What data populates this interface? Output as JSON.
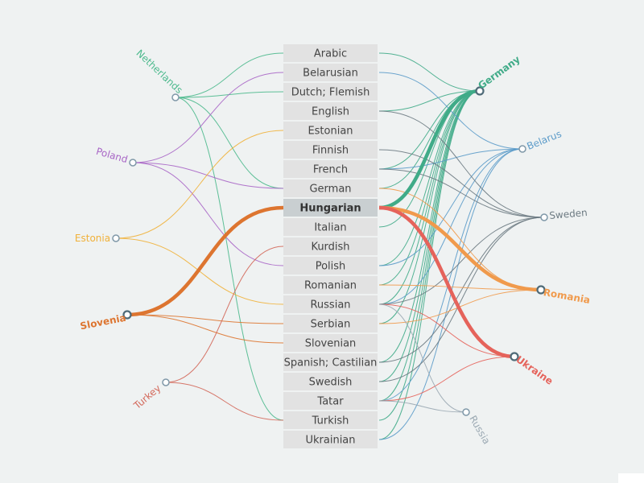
{
  "languages": [
    "Arabic",
    "Belarusian",
    "Dutch; Flemish",
    "English",
    "Estonian",
    "Finnish",
    "French",
    "German",
    "Hungarian",
    "Italian",
    "Kurdish",
    "Polish",
    "Romanian",
    "Russian",
    "Serbian",
    "Slovenian",
    "Spanish; Castilian",
    "Swedish",
    "Tatar",
    "Turkish",
    "Ukrainian"
  ],
  "selected_language": "Hungarian",
  "source_countries": [
    {
      "id": "netherlands",
      "name": "Netherlands",
      "color": "#4cb98d",
      "selected": false,
      "links": [
        "Arabic",
        "Dutch; Flemish",
        "German",
        "Turkish"
      ]
    },
    {
      "id": "poland",
      "name": "Poland",
      "color": "#a866c6",
      "selected": false,
      "links": [
        "Belarusian",
        "German",
        "Polish"
      ]
    },
    {
      "id": "estonia",
      "name": "Estonia",
      "color": "#f0b13a",
      "selected": false,
      "links": [
        "Estonian",
        "Russian"
      ]
    },
    {
      "id": "slovenia",
      "name": "Slovenia",
      "color": "#dd7530",
      "selected": true,
      "links": [
        "Hungarian",
        "Serbian",
        "Slovenian"
      ]
    },
    {
      "id": "turkey",
      "name": "Turkey",
      "color": "#d3685a",
      "selected": false,
      "links": [
        "Kurdish",
        "Turkish"
      ]
    }
  ],
  "target_countries": [
    {
      "id": "germany",
      "name": "Germany",
      "color": "#40ab88",
      "selected": true,
      "links": [
        "Arabic",
        "English",
        "French",
        "German",
        "Hungarian",
        "Italian",
        "Polish",
        "Romanian",
        "Russian",
        "Serbian",
        "Spanish; Castilian",
        "Swedish",
        "Tatar",
        "Turkish",
        "Ukrainian"
      ]
    },
    {
      "id": "belarus",
      "name": "Belarus",
      "color": "#5b9bc9",
      "selected": false,
      "links": [
        "Belarusian",
        "French",
        "Polish",
        "Russian",
        "Tatar",
        "Ukrainian"
      ]
    },
    {
      "id": "sweden",
      "name": "Sweden",
      "color": "#6c7a82",
      "selected": false,
      "links": [
        "English",
        "Finnish",
        "French",
        "Russian",
        "Spanish; Castilian",
        "Swedish"
      ]
    },
    {
      "id": "romania",
      "name": "Romania",
      "color": "#f09a4c",
      "selected": true,
      "links": [
        "German",
        "Hungarian",
        "Romanian",
        "Serbian"
      ]
    },
    {
      "id": "ukraine",
      "name": "Ukraine",
      "color": "#e5635b",
      "selected": true,
      "links": [
        "Hungarian",
        "Russian",
        "Tatar"
      ]
    },
    {
      "id": "russia",
      "name": "Russia",
      "color": "#9aa8b2",
      "selected": false,
      "links": [
        "Russian",
        "Tatar"
      ]
    }
  ]
}
